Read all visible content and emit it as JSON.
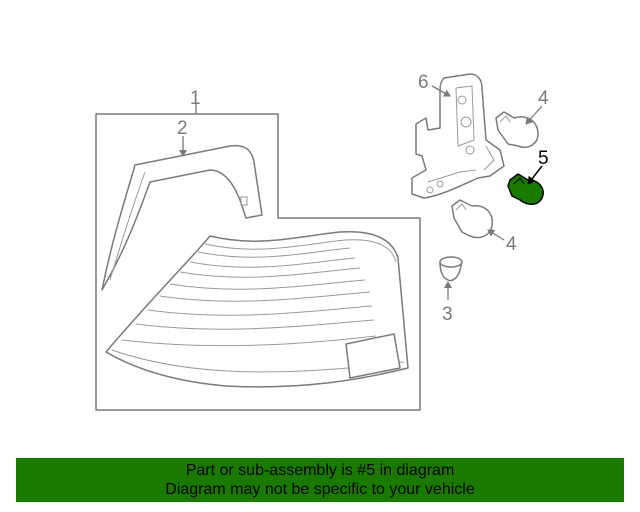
{
  "callouts": {
    "c1": "1",
    "c2": "2",
    "c3": "3",
    "c4a": "4",
    "c4b": "4",
    "c5": "5",
    "c6": "6"
  },
  "highlight_color": "#1a7a00",
  "banner": {
    "line1": "Part or sub-assembly is #5 in diagram",
    "line2": "Diagram may not be specific to your vehicle"
  }
}
